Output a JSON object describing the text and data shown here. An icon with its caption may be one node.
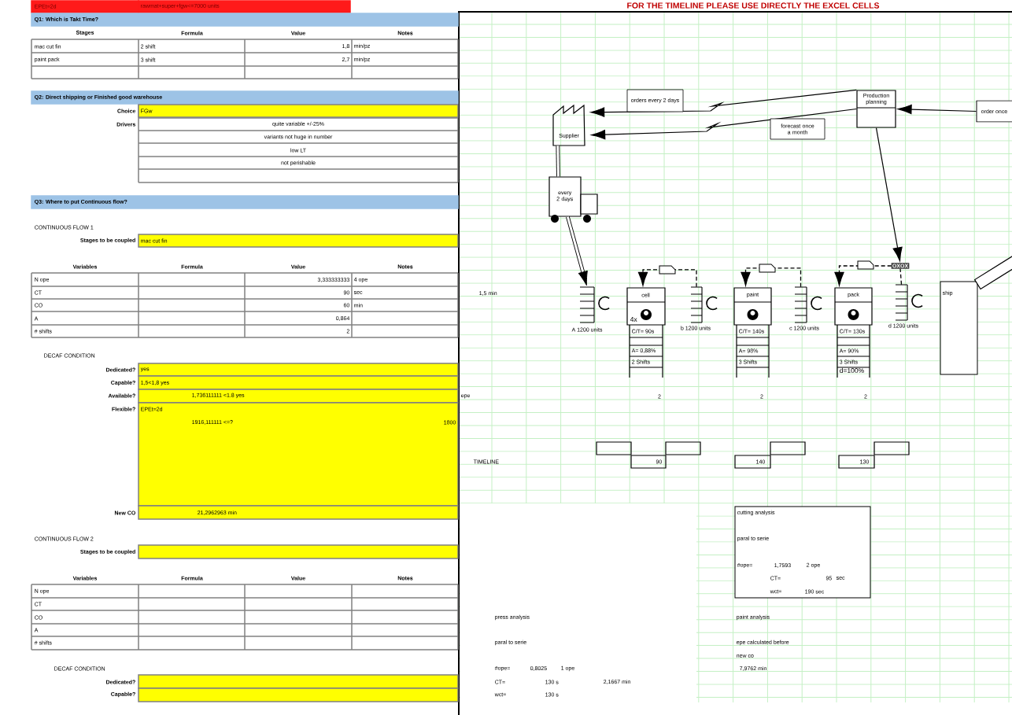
{
  "diagram": {
    "title": "FOR THE TIMELINE PLEASE USE DIRECTLY THE EXCEL CELLS",
    "nodes": [
      {
        "text": [
          "Supplier"
        ]
      },
      {
        "text": [
          "Production planning"
        ]
      },
      {
        "text": [
          "order once"
        ]
      },
      {
        "text": [
          "every 2 days"
        ]
      },
      {
        "text": [],
        "shape": "stack",
        "beside": [
          "A 1200 units"
        ]
      },
      {
        "text": [
          "cell",
          "4x",
          "C/T= 90s",
          "A= 0,88%",
          "2 Shifts"
        ]
      },
      {
        "text": [],
        "shape": "stack",
        "beside": [
          "b 1200 units"
        ]
      },
      {
        "text": [
          "paint",
          "C/T= 140s",
          "A= 98%",
          "3 Shifts"
        ]
      },
      {
        "text": [],
        "shape": "stack",
        "beside": [
          "c 1200 units"
        ]
      },
      {
        "text": [
          "pack",
          "C/T= 130s",
          "A= 90%",
          "3 Shifts",
          "d=100%"
        ]
      },
      {
        "text": [],
        "shape": "stack",
        "beside": [
          "d 1200 units"
        ]
      },
      {
        "text": [
          "OXOX"
        ]
      },
      {
        "text": [
          "ship"
        ]
      },
      {
        "text": [],
        "shape": "bar"
      },
      {
        "text": [
          "cutting analysis",
          "paral to serie",
          "#ope=",
          "1,7593",
          "2 ope",
          "CT=",
          "95",
          "sec",
          "wct=",
          "190 sec"
        ]
      }
    ],
    "edges": [
      {
        "from": 1,
        "to": 0,
        "arrow": "to",
        "label": "orders every 2 days"
      },
      {
        "from": 1,
        "to": 0,
        "arrow": "to",
        "label": "forecast once a month"
      },
      {
        "from": 2,
        "to": 1,
        "arrow": "to"
      },
      {
        "from": 0,
        "to": 3,
        "arrow": "none",
        "style": "thick"
      },
      {
        "from": 3,
        "to": 4,
        "arrow": "to",
        "style": "thick"
      },
      {
        "from": 1,
        "to": 11,
        "arrow": "to"
      },
      {
        "from": 6,
        "to": 5,
        "arrow": "to",
        "style": "dashed"
      },
      {
        "from": 8,
        "to": 7,
        "arrow": "to",
        "style": "dashed"
      },
      {
        "from": 11,
        "to": 9,
        "arrow": "to",
        "style": "dashed"
      },
      {
        "from": 10,
        "to": 11,
        "arrow": "none",
        "style": "dashed"
      }
    ],
    "labels": [
      "EPEt=2d",
      "rawmat+super+fgw<=7000 units",
      "Q1: Which is Takt Time?",
      "Stages",
      "Formula",
      "Value",
      "Notes",
      "mac cut fin",
      "2 shift",
      "1,8",
      "min/pz",
      "paint pack",
      "3 shift",
      "2,7",
      "min/pz",
      "Q2: Direct shipping or Finished good warehouse",
      "Choice",
      "FGw",
      "Drivers",
      "quite variable +/-25%",
      "variants not huge in number",
      "low LT",
      "not perishable",
      "Q3: Where to put Continuous flow?",
      "CONTINUOUS FLOW 1",
      "Stages to be coupled",
      "mac cut fin",
      "Variables",
      "Formula",
      "Value",
      "Notes",
      "N ope",
      "3,333333333",
      "4 ope",
      "CT",
      "90",
      "sec",
      "CO",
      "60",
      "min",
      "A",
      "0,864",
      "# shifts",
      "2",
      "DECAF CONDITION",
      "Dedicated?",
      "yes",
      "Capable?",
      "1,5<1,8 yes",
      "Available?",
      "1,736111111 <1.8 yes",
      "Flexible?",
      "EPEt=2d",
      "1916,111111 <=?",
      "1800",
      "New CO",
      "21,2962963 min",
      "CONTINUOUS FLOW 2",
      "Stages to be coupled",
      "Variables",
      "Formula",
      "Value",
      "Notes",
      "N ope",
      "CT",
      "CO",
      "A",
      "# shifts",
      "DECAF CONDITION",
      "Dedicated?",
      "Capable?",
      "1,5 min",
      "epe",
      "2",
      "2",
      "2",
      "TIMELINE",
      "90",
      "140",
      "130",
      "press analysis",
      "paint analysis",
      "paral to serie",
      "epe calculated before",
      "new co",
      "#ope=",
      "0,8025",
      "1 ope",
      "7,9762 min",
      "CT=",
      "130 s",
      "2,1667 min",
      "wct=",
      "130 s"
    ]
  }
}
